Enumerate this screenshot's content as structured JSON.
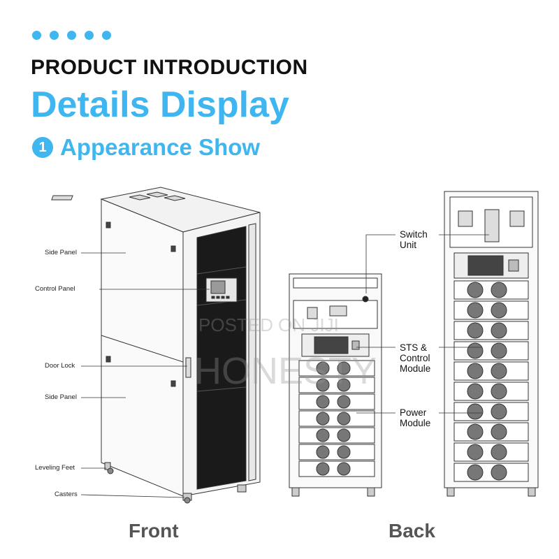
{
  "header": {
    "dots_count": 5,
    "intro": "PRODUCT INTRODUCTION",
    "details": "Details Display",
    "appearance_number": "1",
    "appearance": "Appearance Show"
  },
  "front_labels": {
    "side_panel_top": "Side Panel",
    "control_panel": "Control Panel",
    "door_lock": "Door Lock",
    "side_panel_bottom": "Side Panel",
    "leveling_feet": "Leveling Feet",
    "casters": "Casters"
  },
  "back_labels": {
    "switch_unit": "Switch\nUnit",
    "sts_control": "STS &\nControl\nModule",
    "power_module": "Power\nModule"
  },
  "captions": {
    "front": "Front",
    "back": "Back"
  },
  "watermark": {
    "line1": "POSTED ON JIJI",
    "line2": "HONESTY"
  },
  "colors": {
    "accent": "#3fb6ef",
    "heading": "#111111",
    "caption": "#555555"
  }
}
